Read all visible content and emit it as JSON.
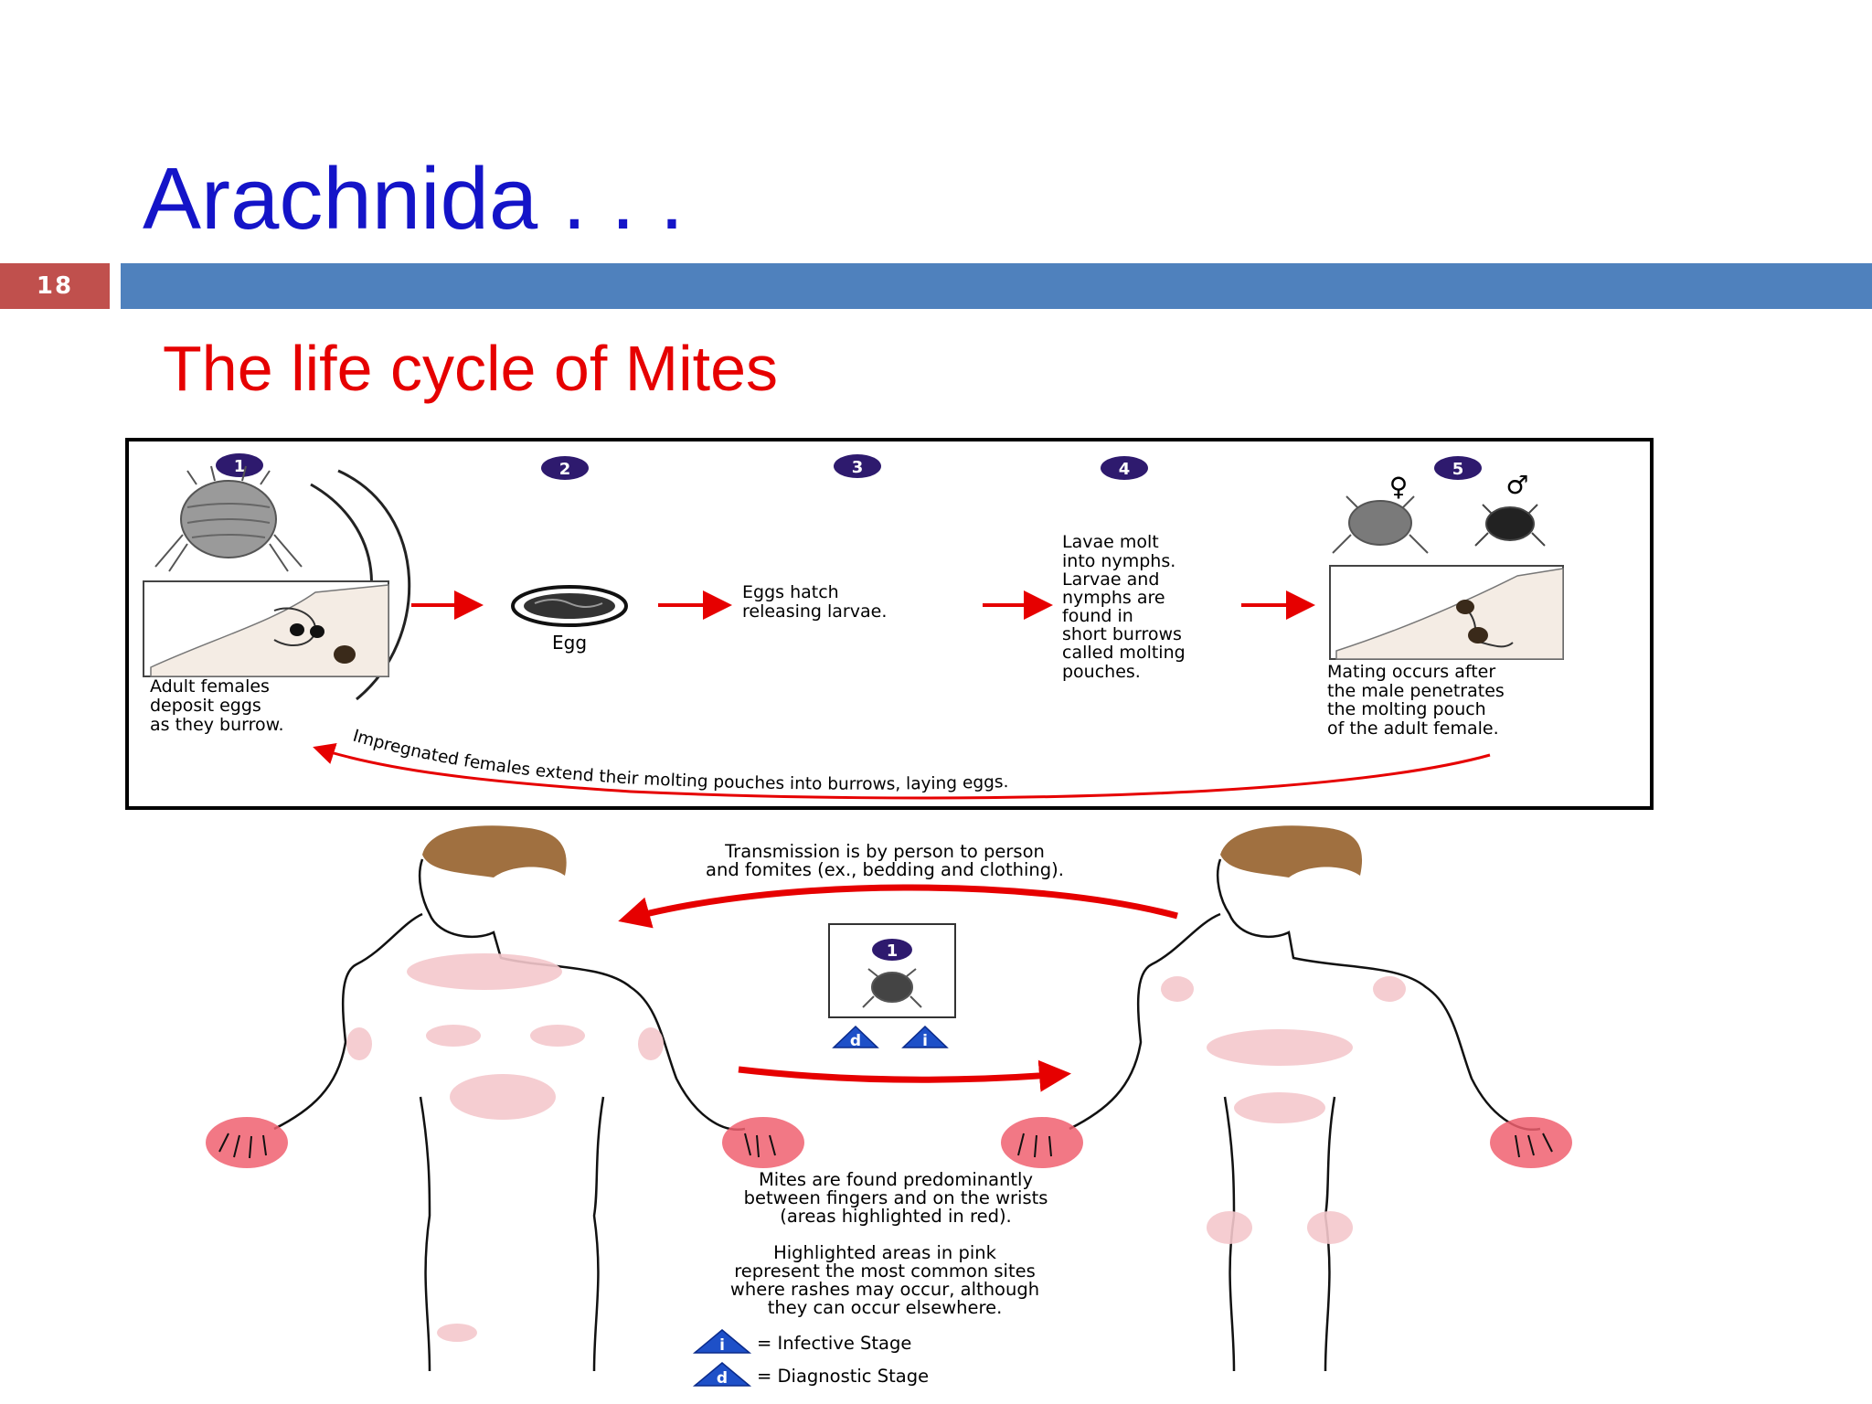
{
  "slide": {
    "title": "Arachnida . . .",
    "number": "18",
    "subtitle": "The life cycle of Mites",
    "colors": {
      "title": "#1414c8",
      "subtitle": "#e60000",
      "band": "#4f81bd",
      "number_box": "#c0504d",
      "arrow": "#e60000"
    }
  },
  "cycle": {
    "steps": [
      "1",
      "2",
      "3",
      "4",
      "5"
    ],
    "adult_females": [
      "Adult females",
      "deposit eggs",
      "as they burrow."
    ],
    "egg_label": "Egg",
    "eggs_hatch": [
      "Eggs hatch",
      "releasing larvae."
    ],
    "molt": [
      "Lavae molt",
      "into nymphs.",
      "Larvae and",
      "nymphs are",
      "found in",
      "short burrows",
      "called molting",
      "pouches."
    ],
    "mating": [
      "Mating occurs after",
      "the male penetrates",
      "the molting pouch",
      "of the adult female."
    ],
    "female_symbol": "♀",
    "male_symbol": "♂",
    "return_arrow": "Impregnated females extend their molting pouches into burrows, laying eggs."
  },
  "transmission": {
    "text": [
      "Transmission is by person to person",
      "and fomites (ex., bedding and clothing)."
    ],
    "center_step": "1",
    "stage_d": "d",
    "stage_i": "i"
  },
  "notes": {
    "mites_found": [
      "Mites are found predominantly",
      "between fingers and on the wrists",
      "(areas highlighted in red)."
    ],
    "pink_areas": [
      "Highlighted areas in pink",
      "represent the most common sites",
      "where rashes may occur, although",
      "they can occur elsewhere."
    ]
  },
  "legend": {
    "infective": "= Infective Stage",
    "diagnostic": "= Diagnostic Stage",
    "i_letter": "i",
    "d_letter": "d"
  }
}
